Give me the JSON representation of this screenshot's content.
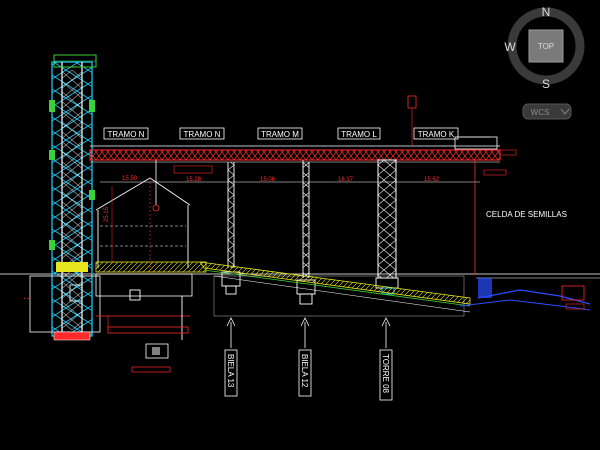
{
  "navcube": {
    "north": "N",
    "south": "S",
    "west": "W",
    "top_face": "TOP",
    "ucs": "WCS"
  },
  "span_labels": [
    "TRAMO N",
    "TRAMO N",
    "TRAMO M",
    "TRAMO L",
    "TRAMO K"
  ],
  "dimensions": [
    "15.50",
    "15.28",
    "15.06",
    "16.17",
    "15.62",
    "25.15"
  ],
  "annotation": "CELDA DE SEMILLAS",
  "vertical_labels": [
    "BIELA 13",
    "BIELA 12",
    "TORRE 08"
  ],
  "colors": {
    "background": "#000000",
    "cyan": "#19d3ff",
    "red": "#ff2a2a",
    "white": "#ffffff",
    "yellow": "#e6e61e",
    "blue": "#2a4dff",
    "green": "#3bd13b"
  }
}
